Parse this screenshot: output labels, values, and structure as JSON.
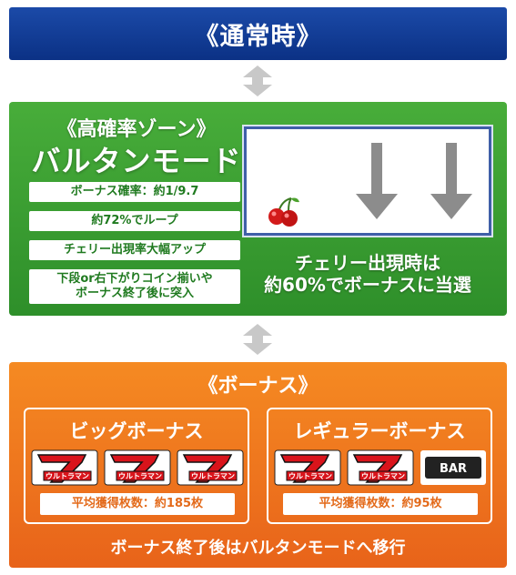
{
  "normal_state": {
    "title": "《通常時》"
  },
  "high_zone": {
    "zone_title": "《高確率ゾーン》",
    "mode_title": "バルタンモード",
    "features": [
      "ボーナス確率：約1/9.7",
      "約72%でループ",
      "チェリー出現率大幅アップ",
      "下段or右下がりコイン揃いや",
      "ボーナス終了後に突入"
    ],
    "cherry_caption_line1": "チェリー出現時は",
    "cherry_caption_line2": "約60%でボーナスに当選"
  },
  "bonus": {
    "title": "《ボーナス》",
    "big": {
      "name": "ビッグボーナス",
      "avg": "平均獲得枚数：約185枚"
    },
    "regular": {
      "name": "レギュラーボーナス",
      "avg": "平均獲得枚数：約95枚"
    },
    "seven_logo_text": "ウルトラマン",
    "bar_label": "BAR",
    "footer": "ボーナス終了後はバルタンモードへ移行"
  },
  "colors": {
    "normal_blue": "#0b3185",
    "zone_green": "#3a9e30",
    "bonus_orange": "#ef771e",
    "seven_red": "#d9141b"
  }
}
